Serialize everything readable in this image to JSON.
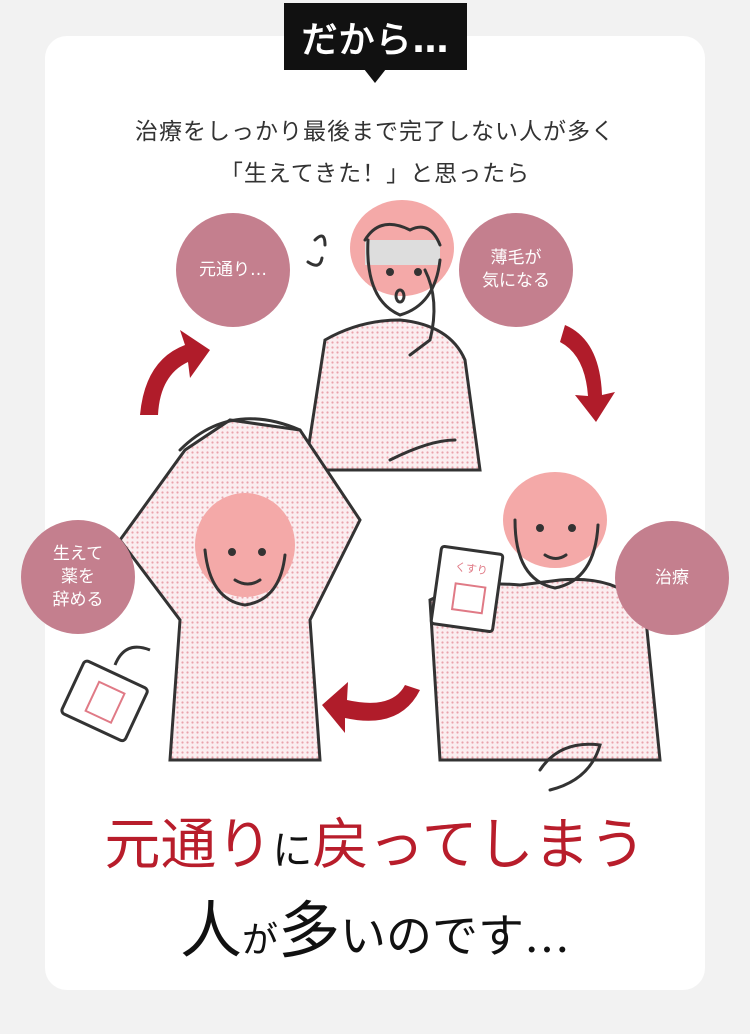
{
  "tag": {
    "label": "だから…"
  },
  "intro": {
    "line1": "治療をしっかり最後まで完了しない人が多く",
    "line2": "「生えてきた！」と思ったら"
  },
  "cycle": [
    {
      "label": "元通り…"
    },
    {
      "label": "薄毛が\n気になる"
    },
    {
      "label": "治療"
    },
    {
      "label": "生えて\n薬を\n辞める"
    }
  ],
  "medicine_label": "くすり",
  "headline": {
    "line1": [
      {
        "text": "元通り",
        "style": "red"
      },
      {
        "text": "に",
        "style": "black"
      },
      {
        "text": "戻ってしまう",
        "style": "red"
      }
    ],
    "line2": [
      {
        "text": "人",
        "style": "big"
      },
      {
        "text": "が",
        "style": "small"
      },
      {
        "text": "多",
        "style": "big"
      },
      {
        "text": "いのです…",
        "style": "medium"
      }
    ]
  },
  "colors": {
    "background": "#f2f2f2",
    "card": "#ffffff",
    "bubble": "#c47f8e",
    "arrow": "#b01c2a",
    "accent_text": "#b81d2b",
    "hair": "#f4a9a8",
    "shirt": "#f7d9dc"
  }
}
